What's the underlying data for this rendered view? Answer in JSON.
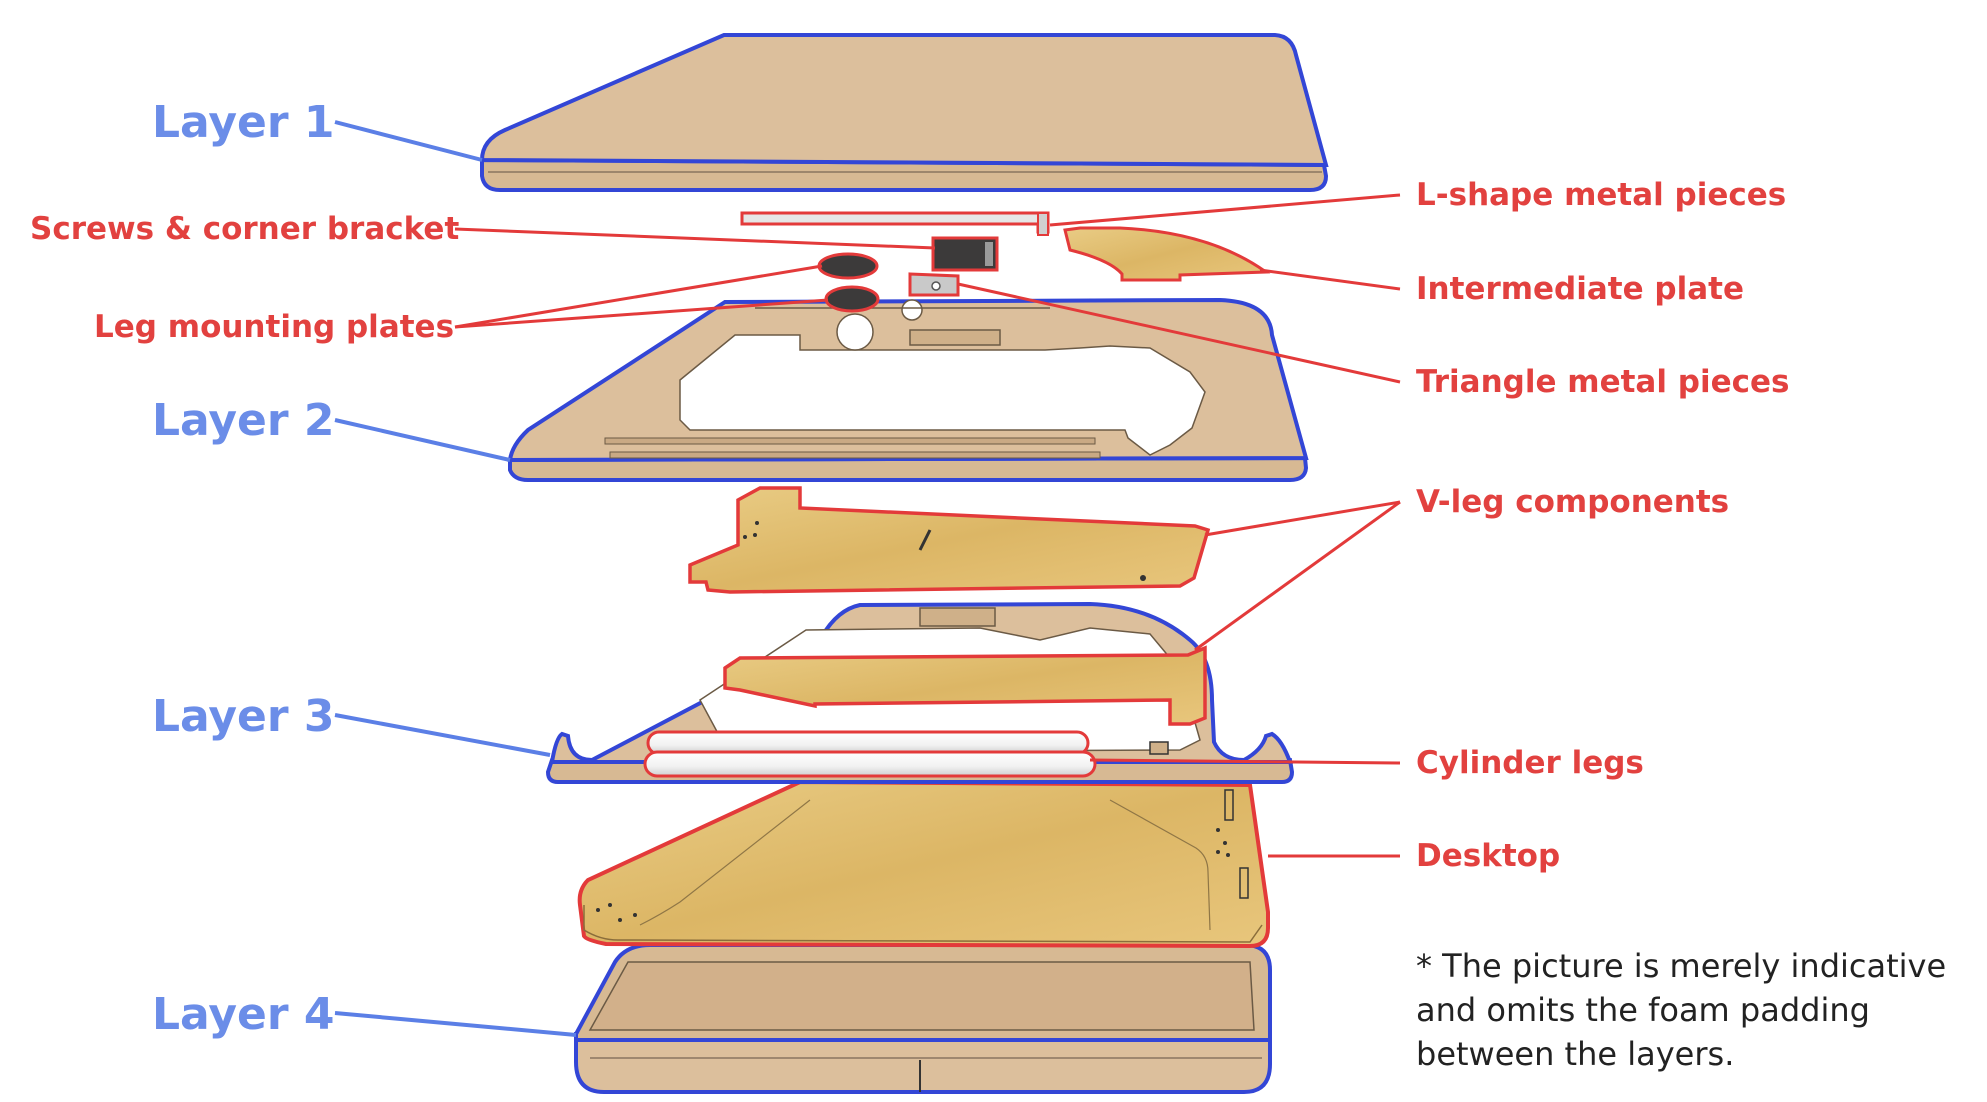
{
  "colors": {
    "layer_label": "#6b8de8",
    "part_label": "#e2413f",
    "layer_outline": "#3346d6",
    "part_outline": "#e33a3a",
    "panel_fill": "#dcbf9c",
    "wood_fill": "#e6c478",
    "note_text": "#222222"
  },
  "layer_labels": [
    "Layer 1",
    "Layer 2",
    "Layer 3",
    "Layer 4"
  ],
  "part_labels": {
    "l_shape": "L-shape metal pieces",
    "screws": "Screws & corner bracket",
    "intermediate": "Intermediate plate",
    "leg_plates": "Leg mounting plates",
    "triangle": "Triangle metal pieces",
    "v_leg": "V-leg components",
    "cylinder": "Cylinder legs",
    "desktop": "Desktop"
  },
  "note": {
    "line1": "* The picture is merely indicative",
    "line2": "and omits the foam padding",
    "line3": "between the layers."
  }
}
